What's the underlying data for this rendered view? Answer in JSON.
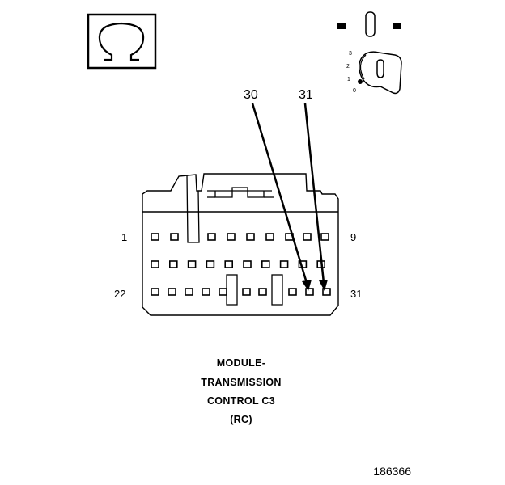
{
  "ohm_symbol": "Ω",
  "ignition_key": {
    "positions": [
      "3",
      "2",
      "1",
      "0"
    ]
  },
  "callouts": [
    {
      "label": "30",
      "pin": 30
    },
    {
      "label": "31",
      "pin": 31
    }
  ],
  "pin_labels": {
    "top_left": "1",
    "top_right": "9",
    "bottom_left": "22",
    "bottom_right": "31"
  },
  "connector": {
    "rows": [
      {
        "pins": 9
      },
      {
        "pins": 10
      },
      {
        "pins": 12
      }
    ]
  },
  "title_lines": [
    "MODULE-",
    "TRANSMISSION",
    "CONTROL C3",
    "(RC)"
  ],
  "figure_number": "186366"
}
